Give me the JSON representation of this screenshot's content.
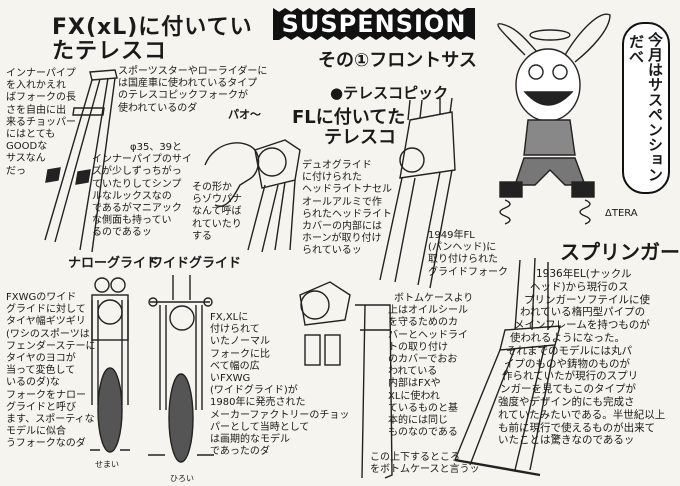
{
  "title_fx": [
    "FX(xL)に付いてい",
    "たテレスコ"
  ],
  "banner": "SUSPENSION",
  "subtitle": "その①フロントサス",
  "section_telescopic": "●テレスコピック",
  "title_fl": [
    "FLに付いてた",
    "テレスコ"
  ],
  "note_inner_pipe": [
    "インナーパイプ",
    "を入れかえれ",
    "ばフォークの長",
    "さを自由に出",
    "来るチョッパー",
    "にはとても",
    "GOODな",
    "サスなん",
    "だっ"
  ],
  "note_sportster": [
    "スポーツスターやローライダーに",
    "は国産車に使われているタイプ",
    "のテレスコピックフォークが",
    "使われているのダ"
  ],
  "note_size": [
    "φ35、39と",
    "インナーパイプのサイ",
    "ズが少しずっちがっ",
    "ていたりしてシンプ",
    "ルなルックスなの",
    "であるがマニアック",
    "な側面も持ってい",
    "るのであるッ"
  ],
  "elephant_sound": "パオ〜",
  "note_elephant": [
    "その形か",
    "らゾウパナ",
    "なんて呼ば",
    "れていたり",
    "する"
  ],
  "note_duoglide": [
    "デュオグライド",
    "に付けられた",
    "ヘッドライトナセル",
    "オールアルミで作",
    "られたヘッドライト",
    "カバーの内部には",
    "ホーンが取り付け",
    "られているッ"
  ],
  "note_1949": [
    "1949年FL",
    "(パンヘッド)に",
    "取り付けられた",
    "グライドフォーク"
  ],
  "speech_bubble": [
    "今月はサスペンション",
    "だべ"
  ],
  "signature": "ΔTERA",
  "title_springer": "スプリンガー",
  "note_springer": [
    "1936年EL(ナックル",
    "ヘッド)から現行のス",
    "プリンガーソフテイルに使",
    "われている楕円型パイプの",
    "メインフレームを持つものが",
    "使われるようになった。",
    "それまでのモデルには丸パ",
    "イプのものや鋳物のものが",
    "作られていたが現行のスプリ",
    "ンガーを見てもこのタイプが",
    "強度やデザイン的にも完成さ",
    "れていたみたいである。半世紀以上",
    "も前に現行で使えるものが出来て",
    "いたことは驚きなのであるッ"
  ],
  "note_bottom_case": [
    "ボトムケースより",
    "上はオイルシール",
    "を守るためのカ",
    "バーとヘッドライ",
    "トの取り付け",
    "のカバーでおお",
    "われている",
    "内部はFXや",
    "XLに使われ",
    "ているものと基",
    "本的には同じ",
    "ものなのである"
  ],
  "note_bottom_arrow": [
    "この上下するところ",
    "をボトムケースと言うッ"
  ],
  "label_narrow": "ナローグライド",
  "label_wide": "ワイドグライド",
  "note_fxwg": [
    "FXWGのワイド",
    "グライドに対して",
    "タイヤ幅ギツギリ",
    "(ワシのスポーツは",
    "フェンダーステーに",
    "タイヤのヨコが",
    "当って変色して",
    "いるのダ)な",
    "フォークをナロー",
    "グライドと呼び",
    "ます、スポーティな",
    "モデルに似合",
    "うフォークなのダ"
  ],
  "note_fxxl": [
    "FX,XLに",
    "付けられて",
    "いたノーマル",
    "フォークに比",
    "べて幅の広",
    "いFXWG",
    "(ワイドグライド)が",
    "1980年に発売された",
    "メーカーファクトリーのチョッ",
    "パーとして当時として",
    "は画期的なモデル",
    "であったのダ"
  ],
  "label_semai": "せまい",
  "label_hiroi": "ひろい"
}
